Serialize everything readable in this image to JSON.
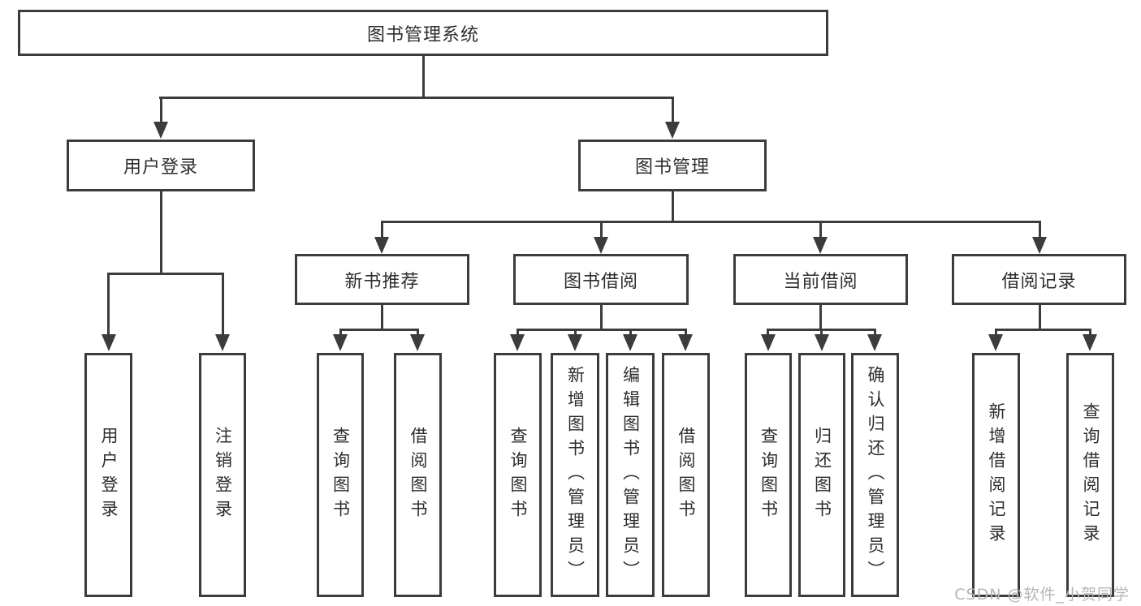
{
  "colors": {
    "line": "#3c3c3c",
    "text": "#2d2d2d",
    "watermark": "#b5b5b5",
    "background": "#ffffff"
  },
  "watermark": "CSDN @软件_小贺同学",
  "tree": {
    "root": "图书管理系统",
    "children": [
      {
        "label": "用户登录",
        "children": [
          "用户登录",
          "注销登录"
        ]
      },
      {
        "label": "图书管理",
        "children": [
          {
            "label": "新书推荐",
            "children": [
              "查询图书",
              "借阅图书"
            ]
          },
          {
            "label": "图书借阅",
            "children": [
              "查询图书",
              "新增图书（管理员）",
              "编辑图书（管理员）",
              "借阅图书"
            ]
          },
          {
            "label": "当前借阅",
            "children": [
              "查询图书",
              "归还图书",
              "确认归还（管理员）"
            ]
          },
          {
            "label": "借阅记录",
            "children": [
              "新增借阅记录",
              "查询借阅记录"
            ]
          }
        ]
      }
    ]
  }
}
